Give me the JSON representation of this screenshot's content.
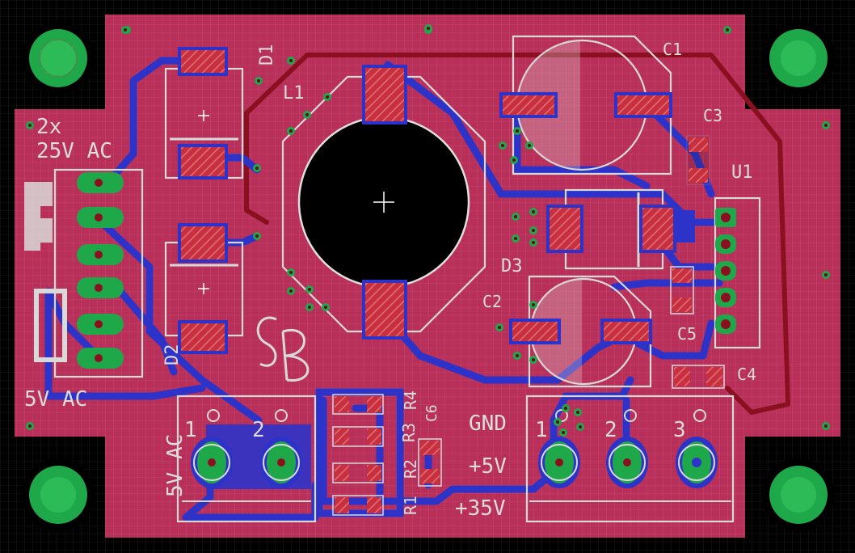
{
  "colors": {
    "background": "#000000",
    "board": "#b8305a",
    "top_copper": "#c7374a",
    "bottom_copper": "#2d33c8",
    "silkscreen": "#dcdcdc",
    "via": "#1fa84a",
    "mount_hole": "#1fa84a"
  },
  "labels": {
    "d1": "D1",
    "l1": "L1",
    "c1": "C1",
    "c3": "C3",
    "u1": "U1",
    "c2": "C2",
    "c5": "C5",
    "c4": "C4",
    "d3": "D3",
    "d2": "D2",
    "r4": "R4",
    "r3": "R3",
    "c6": "C6",
    "r2": "R2",
    "r1": "R1",
    "input_line1": "2x",
    "input_line2": "25V AC",
    "input_bottom": "5V AC",
    "ac5v_vertical": "5V AC",
    "gnd": "GND",
    "plus5v": "+5V",
    "plus35v": "+35V",
    "pin1": "1",
    "pin2": "2",
    "pin3": "3",
    "pin1b": "1",
    "pin2b": "2"
  },
  "icons": {
    "logo": "sb-monogram-logo",
    "center_cross": "crosshair-icon"
  }
}
